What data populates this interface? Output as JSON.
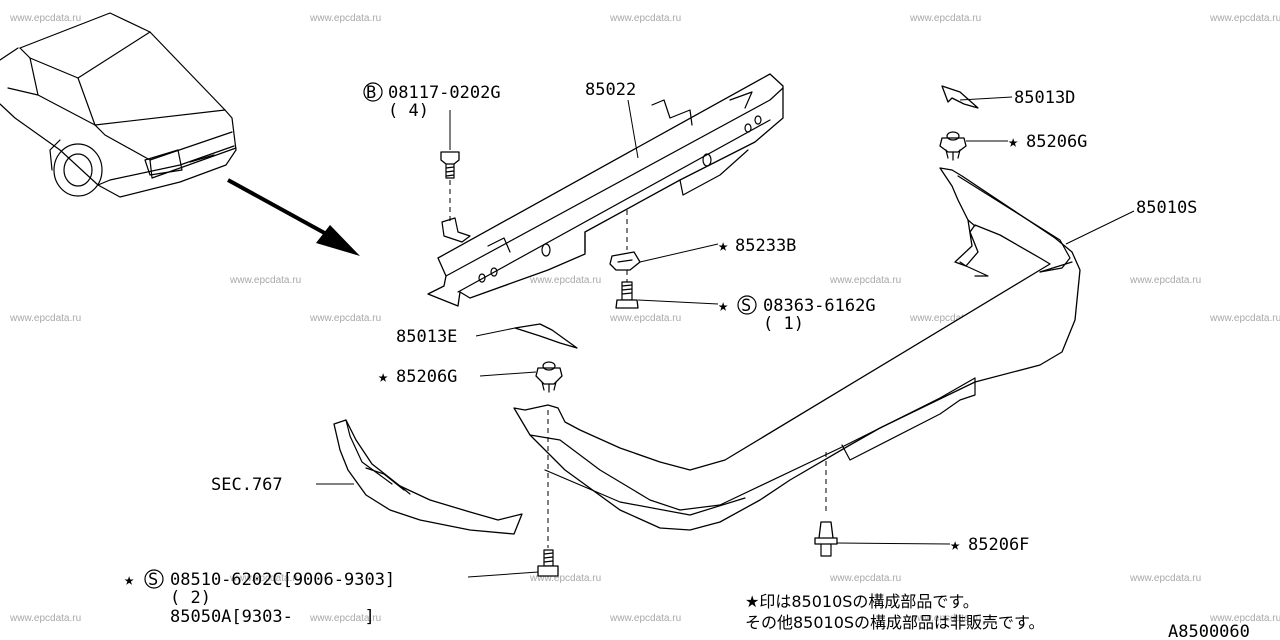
{
  "watermark": "www.epcdata.ru",
  "parts": {
    "bolt_b": {
      "mark": "B",
      "number": "08117-0202G",
      "qty": "( 4)"
    },
    "reinforcement": "85022",
    "bracket_right": "85013D",
    "clip_upper_right": {
      "star": "★",
      "number": "85206G"
    },
    "fascia": "85010S",
    "retainer": {
      "star": "★",
      "number": "85233B"
    },
    "screw_s": {
      "star": "★",
      "mark": "S",
      "number": "08363-6162G",
      "qty": "( 1)"
    },
    "bracket_left": "85013E",
    "clip_left": {
      "star": "★",
      "number": "85206G"
    },
    "section_ref": "SEC.767",
    "clip_lower": {
      "star": "★",
      "number": "85206F"
    },
    "screw_bottom": {
      "star": "★",
      "mark": "S",
      "number": "08510-6202C[9006-9303]",
      "qty": "( 2)",
      "alt": "85050A[9303-       ]"
    }
  },
  "notes": {
    "line1": "★印は85010Sの構成部品です。",
    "line2": "その他85010Sの構成部品は非販売です。"
  },
  "diagram_code": "A8500060"
}
